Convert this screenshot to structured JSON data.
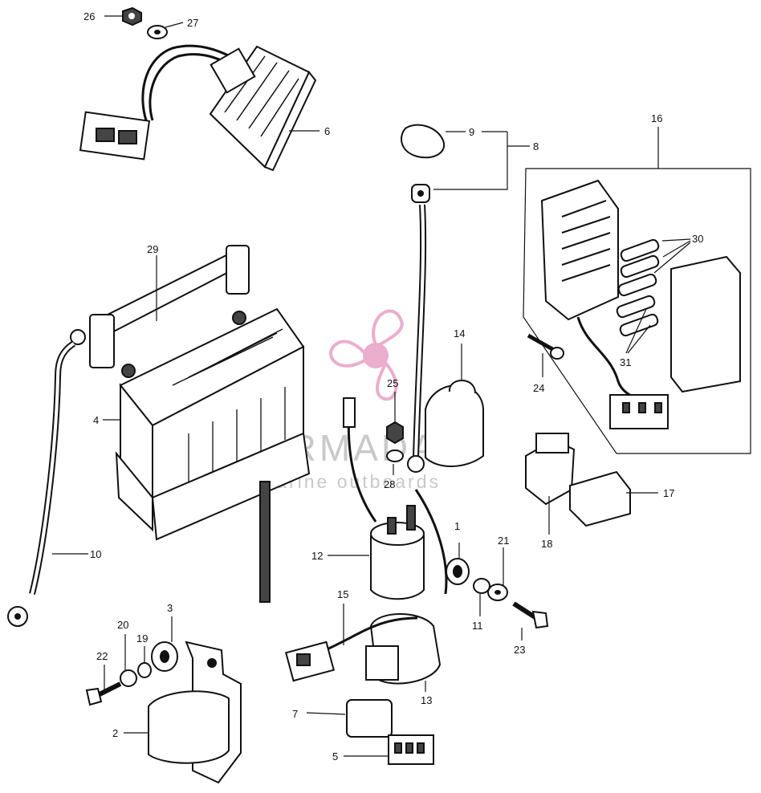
{
  "watermark": {
    "brand": "ARMADA",
    "tagline": "marine outboards",
    "logo_color": "#e8a0c4"
  },
  "callouts": {
    "c1": "1",
    "c2": "2",
    "c3": "3",
    "c4": "4",
    "c5": "5",
    "c6": "6",
    "c7": "7",
    "c8": "8",
    "c9": "9",
    "c10": "10",
    "c11": "11",
    "c12": "12",
    "c13": "13",
    "c14": "14",
    "c15": "15",
    "c16": "16",
    "c17": "17",
    "c18": "18",
    "c19": "19",
    "c20": "20",
    "c21": "21",
    "c22": "22",
    "c23": "23",
    "c24": "24",
    "c25": "25",
    "c26": "26",
    "c27": "27",
    "c28": "28",
    "c29": "29",
    "c30": "30",
    "c31": "31"
  }
}
